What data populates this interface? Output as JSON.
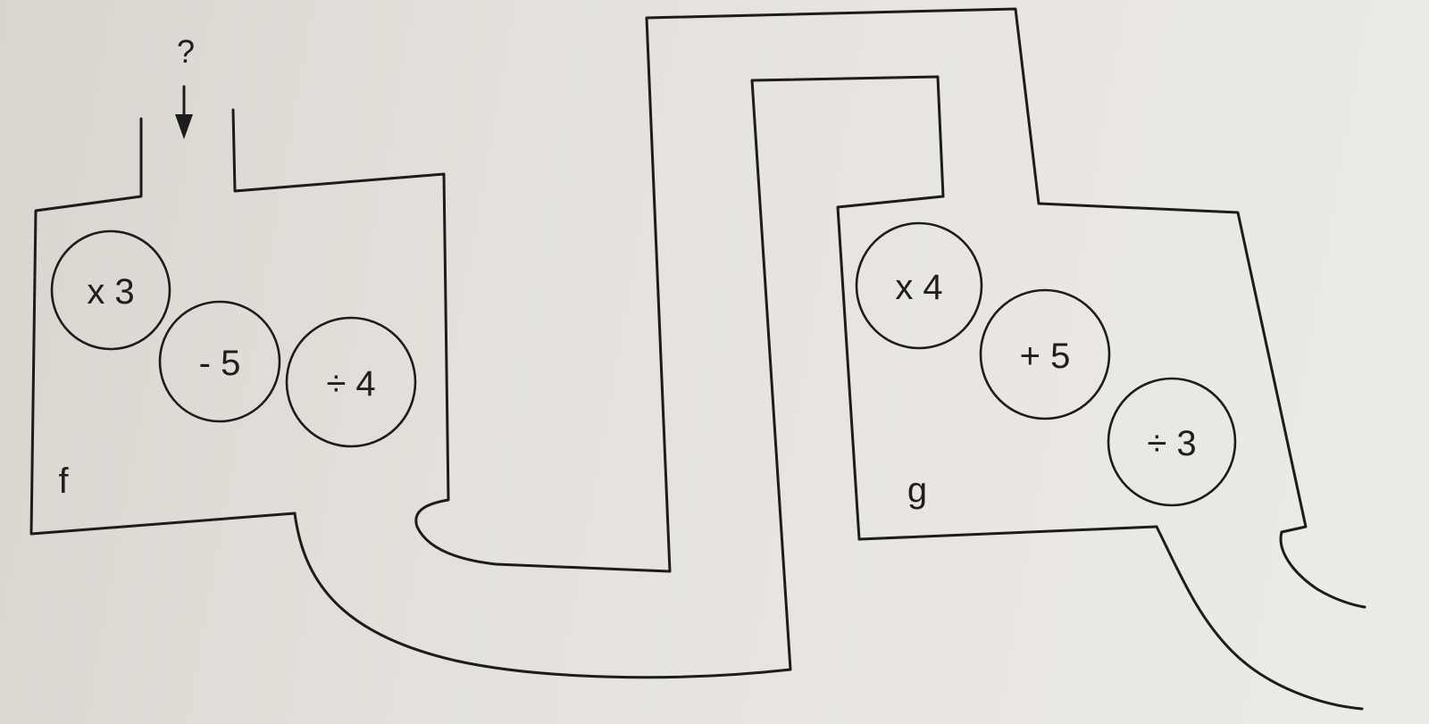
{
  "input": {
    "label": "?"
  },
  "machines": [
    {
      "label": "f",
      "operations": [
        "x 3",
        "- 5",
        "÷ 4"
      ]
    },
    {
      "label": "g",
      "operations": [
        "x 4",
        "+ 5",
        "÷ 3"
      ]
    }
  ]
}
